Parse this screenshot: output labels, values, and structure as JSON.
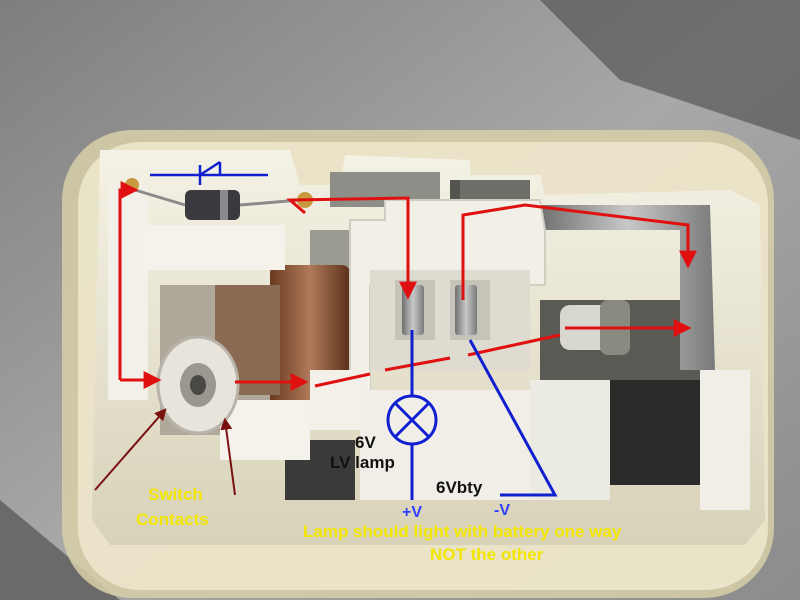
{
  "labels": {
    "switch_line1": "Switch",
    "switch_line2": "Contacts",
    "lamp_voltage": "6V",
    "lamp_type": "LV lamp",
    "battery": "6Vbty",
    "pos_terminal": "+V",
    "neg_terminal": "-V",
    "caption_line1": "Lamp should light with battery one way",
    "caption_line2": "NOT the other"
  },
  "colors": {
    "annotation_red": "#e01010",
    "annotation_blue": "#1020d0",
    "label_yellow": "#f2e600",
    "background_metal": "#8a8a8a",
    "housing_white": "#eeeee8",
    "label_black": "#111111"
  },
  "icons": [
    "diode-symbol-icon",
    "lamp-symbol-icon",
    "current-arrow-icon"
  ]
}
